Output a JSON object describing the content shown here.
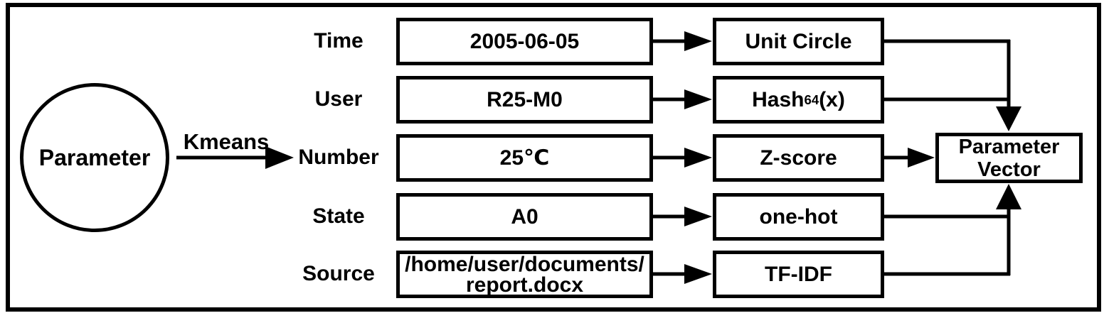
{
  "source_node": {
    "label": "Parameter"
  },
  "cluster_arrow": {
    "label": "Kmeans"
  },
  "rows": [
    {
      "label": "Time",
      "value": "2005-06-05",
      "transform": {
        "text": "Unit Circle",
        "sub": "",
        "tail": ""
      }
    },
    {
      "label": "User",
      "value": "R25-M0",
      "transform": {
        "text": "Hash",
        "sub": "64",
        "tail": "(x)"
      }
    },
    {
      "label": "Number",
      "value": "25℃",
      "transform": {
        "text": "Z-score",
        "sub": "",
        "tail": ""
      }
    },
    {
      "label": "State",
      "value": "A0",
      "transform": {
        "text": "one-hot",
        "sub": "",
        "tail": ""
      }
    },
    {
      "label": "Source",
      "value": "/home/user/documents/\nreport.docx",
      "transform": {
        "text": "TF-IDF",
        "sub": "",
        "tail": ""
      }
    }
  ],
  "output_node": {
    "line1": "Parameter",
    "line2": "Vector"
  },
  "colors": {
    "stroke": "#000000",
    "background": "#ffffff"
  }
}
